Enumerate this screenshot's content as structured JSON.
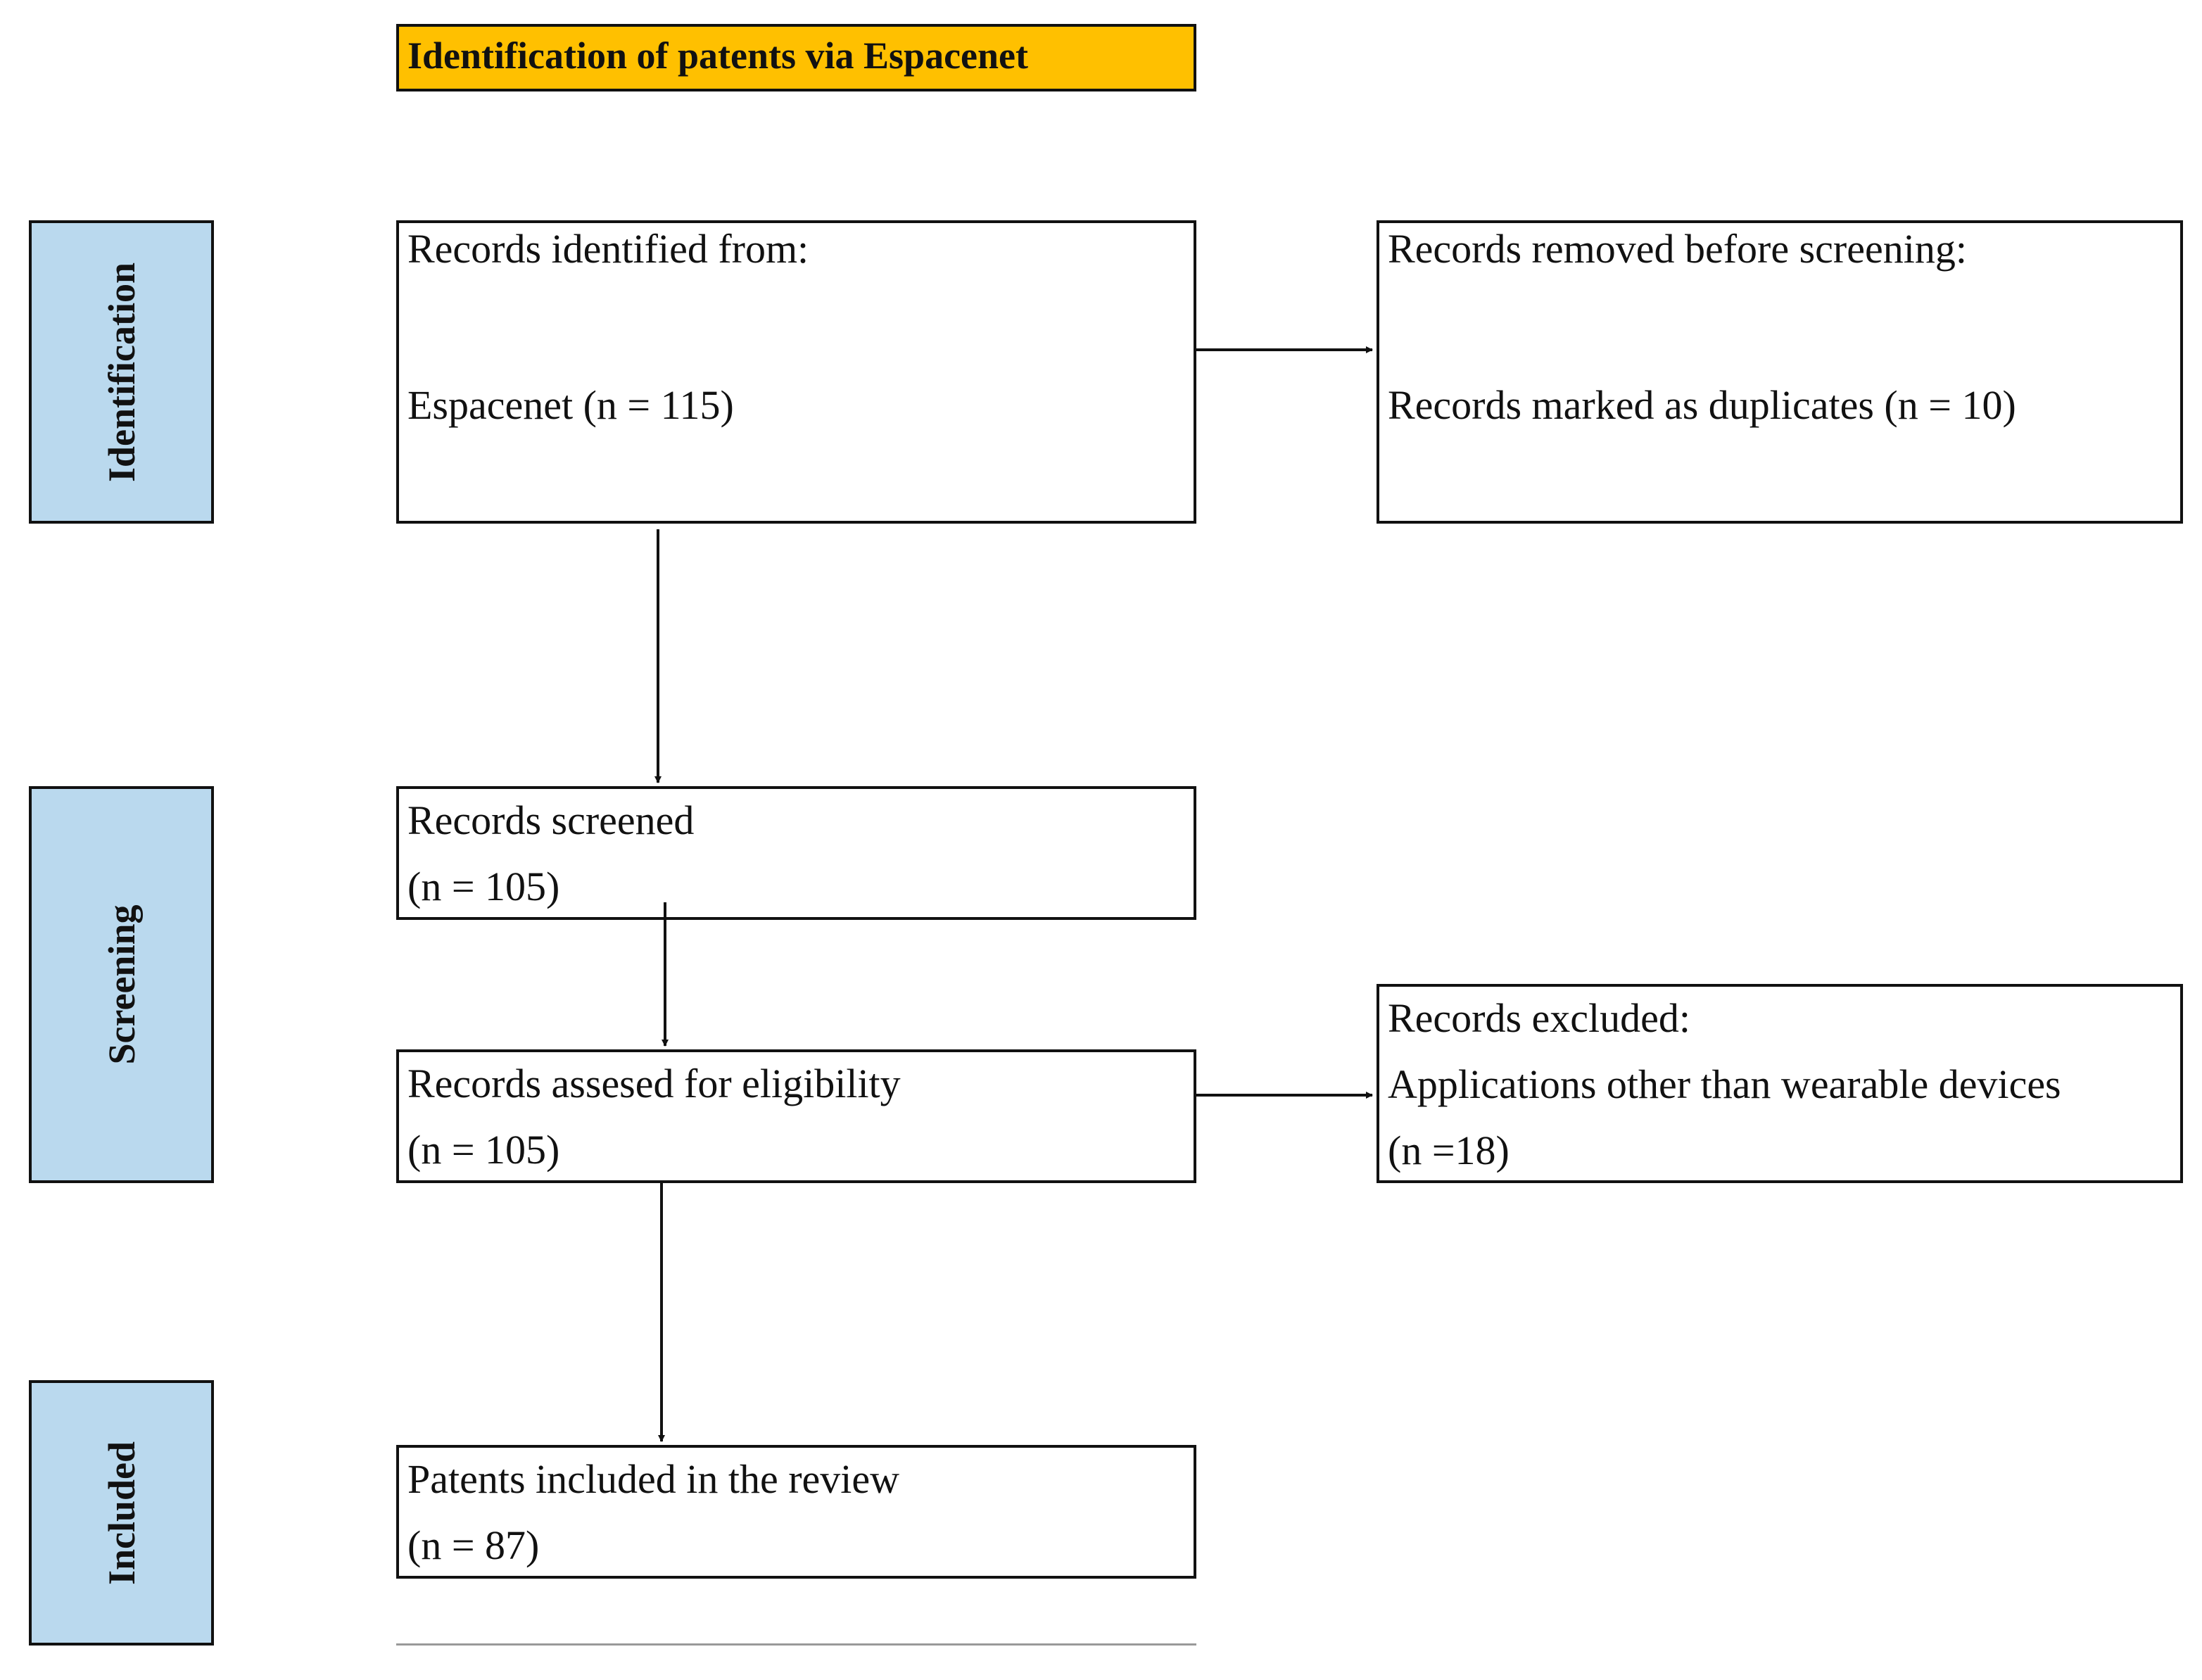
{
  "header": {
    "title": "Identification of patents via Espacenet"
  },
  "phases": [
    {
      "label": "Identification"
    },
    {
      "label": "Screening"
    },
    {
      "label": "Included"
    }
  ],
  "boxes": {
    "identified": {
      "line1": "Records identified from:",
      "line2": "Espacenet (n = 115)"
    },
    "removed": {
      "line1": "Records removed before screening:",
      "line2": "Records marked as duplicates (n = 10)"
    },
    "screened": {
      "line1": "Records screened",
      "line2": "(n = 105)"
    },
    "assessed": {
      "line1": "Records assesed for eligibility",
      "line2": "(n = 105)"
    },
    "excluded": {
      "line1": "Records excluded:",
      "line2": "Applications other than wearable devices",
      "line3": "(n =18)"
    },
    "included": {
      "line1": "Patents included in the review",
      "line2": "(n = 87)"
    }
  },
  "colors": {
    "header_fill": "#ffc000",
    "phase_fill": "#bad9ee",
    "stroke": "#111111"
  }
}
